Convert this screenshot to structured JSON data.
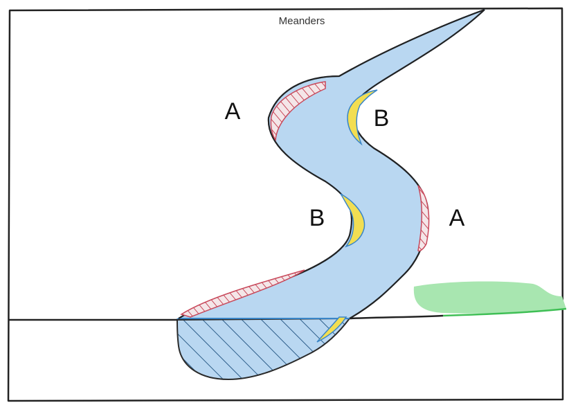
{
  "diagram": {
    "title": "Meanders",
    "labels": {
      "outer_bank_top": "A",
      "inner_bank_top": "B",
      "inner_bank_middle": "B",
      "outer_bank_middle": "A"
    },
    "colors": {
      "paper": "#ffffff",
      "outline": "#222222",
      "river_fill": "#b9d7f1",
      "river_edge": "#3a86c8",
      "erosion_hatch": "#c8485a",
      "deposition_fill": "#f2de52",
      "grass": "#a8e6b0",
      "grass_line": "#3fbf55",
      "lake_hatch": "#2d5e8a"
    }
  }
}
